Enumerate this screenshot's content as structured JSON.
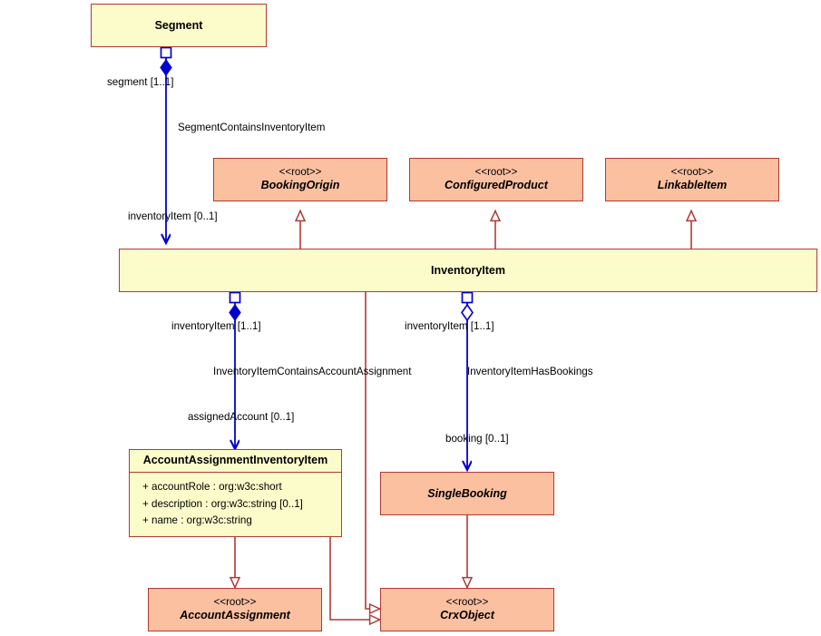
{
  "diagram": {
    "kind": "uml-class-diagram",
    "colors": {
      "class_fill": "#fcfccb",
      "root_fill": "#fbc0a0",
      "border": "#b03a34",
      "composition_line": "#0000cd",
      "generalization_line": "#b03a34",
      "text": "#000000",
      "background": "#ffffff"
    },
    "classes": [
      {
        "id": "segment",
        "name": "Segment",
        "stereotype": "",
        "fill": "class_fill",
        "italic": false,
        "attributes": []
      },
      {
        "id": "bookingorigin",
        "name": "BookingOrigin",
        "stereotype": "<<root>>",
        "fill": "root_fill",
        "italic": true,
        "attributes": []
      },
      {
        "id": "configuredproduct",
        "name": "ConfiguredProduct",
        "stereotype": "<<root>>",
        "fill": "root_fill",
        "italic": true,
        "attributes": []
      },
      {
        "id": "linkableitem",
        "name": "LinkableItem",
        "stereotype": "<<root>>",
        "fill": "root_fill",
        "italic": true,
        "attributes": []
      },
      {
        "id": "inventoryitem",
        "name": "InventoryItem",
        "stereotype": "",
        "fill": "class_fill",
        "italic": false,
        "attributes": []
      },
      {
        "id": "accountassignmentinventoryitem",
        "name": "AccountAssignmentInventoryItem",
        "stereotype": "",
        "fill": "class_fill",
        "italic": false,
        "attributes": [
          "+ accountRole : org:w3c:short",
          "+ description : org:w3c:string [0..1]",
          "+ name : org:w3c:string"
        ]
      },
      {
        "id": "singlebooking",
        "name": "SingleBooking",
        "stereotype": "",
        "fill": "root_fill",
        "italic": true,
        "attributes": []
      },
      {
        "id": "accountassignment",
        "name": "AccountAssignment",
        "stereotype": "<<root>>",
        "fill": "root_fill",
        "italic": true,
        "attributes": []
      },
      {
        "id": "crxobject",
        "name": "CrxObject",
        "stereotype": "<<root>>",
        "fill": "root_fill",
        "italic": true,
        "attributes": []
      }
    ],
    "associations": [
      {
        "id": "segment-contains-inventoryitem",
        "name": "SegmentContainsInventoryItem",
        "from": "segment",
        "to": "inventoryitem",
        "type": "composition",
        "source_role": "segment [1..1]",
        "target_role": "inventoryItem [0..1]"
      },
      {
        "id": "inventoryitem-contains-accountassignment",
        "name": "InventoryItemContainsAccountAssignment",
        "from": "inventoryitem",
        "to": "accountassignmentinventoryitem",
        "type": "composition",
        "source_role": "inventoryItem [1..1]",
        "target_role": "assignedAccount [0..1]"
      },
      {
        "id": "inventoryitem-has-bookings",
        "name": "InventoryItemHasBookings",
        "from": "inventoryitem",
        "to": "singlebooking",
        "type": "aggregation",
        "source_role": "inventoryItem [1..1]",
        "target_role": "booking [0..1]"
      }
    ],
    "generalizations": [
      {
        "id": "gen-inventoryitem-bookingorigin",
        "from": "inventoryitem",
        "to": "bookingorigin"
      },
      {
        "id": "gen-inventoryitem-configuredproduct",
        "from": "inventoryitem",
        "to": "configuredproduct"
      },
      {
        "id": "gen-inventoryitem-linkableitem",
        "from": "inventoryitem",
        "to": "linkableitem"
      },
      {
        "id": "gen-inventoryitem-crxobject",
        "from": "inventoryitem",
        "to": "crxobject"
      },
      {
        "id": "gen-aaii-accountassignment",
        "from": "accountassignmentinventoryitem",
        "to": "accountassignment"
      },
      {
        "id": "gen-aaii-crxobject",
        "from": "accountassignmentinventoryitem",
        "to": "crxobject"
      },
      {
        "id": "gen-singlebooking-crxobject",
        "from": "singlebooking",
        "to": "crxobject"
      }
    ]
  }
}
